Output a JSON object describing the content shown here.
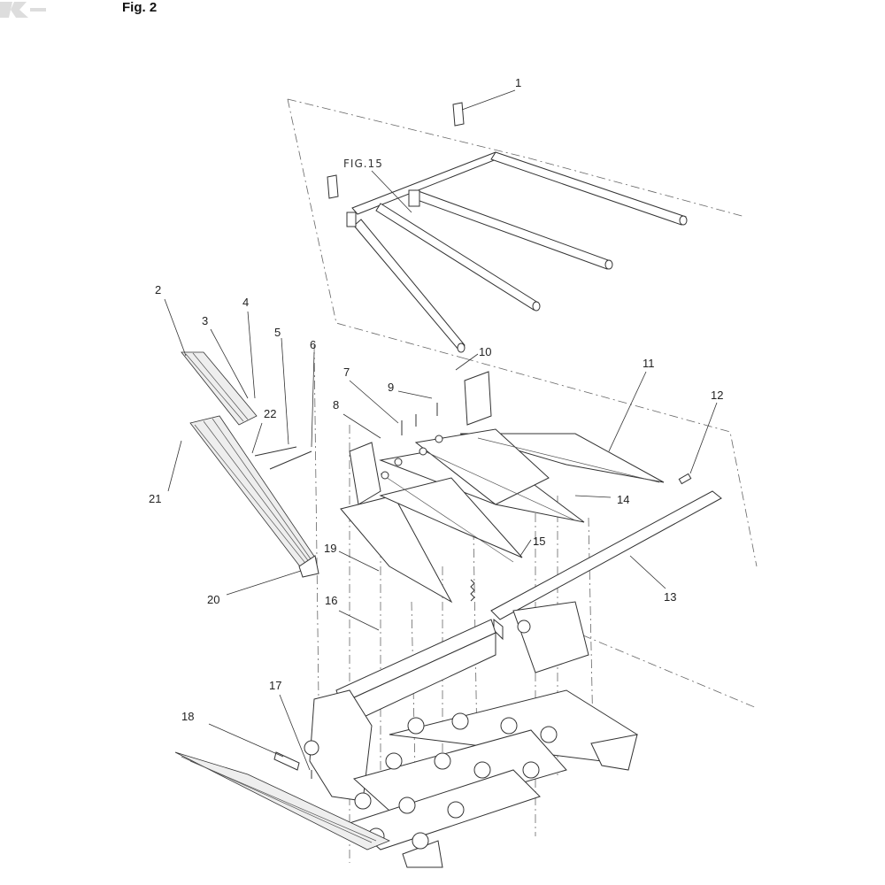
{
  "figure": {
    "title": "Fig. 2",
    "reference": "FIG.15"
  },
  "callouts": {
    "c1": "1",
    "c2": "2",
    "c3": "3",
    "c4": "4",
    "c5": "5",
    "c6": "6",
    "c7": "7",
    "c8": "8",
    "c9": "9",
    "c10": "10",
    "c11": "11",
    "c12": "12",
    "c13": "13",
    "c14": "14",
    "c15": "15",
    "c16": "16",
    "c17": "17",
    "c18": "18",
    "c19": "19",
    "c20": "20",
    "c21": "21",
    "c22": "22"
  },
  "logo": {
    "icon": "brand-logo-icon",
    "color": "#dddddd"
  }
}
